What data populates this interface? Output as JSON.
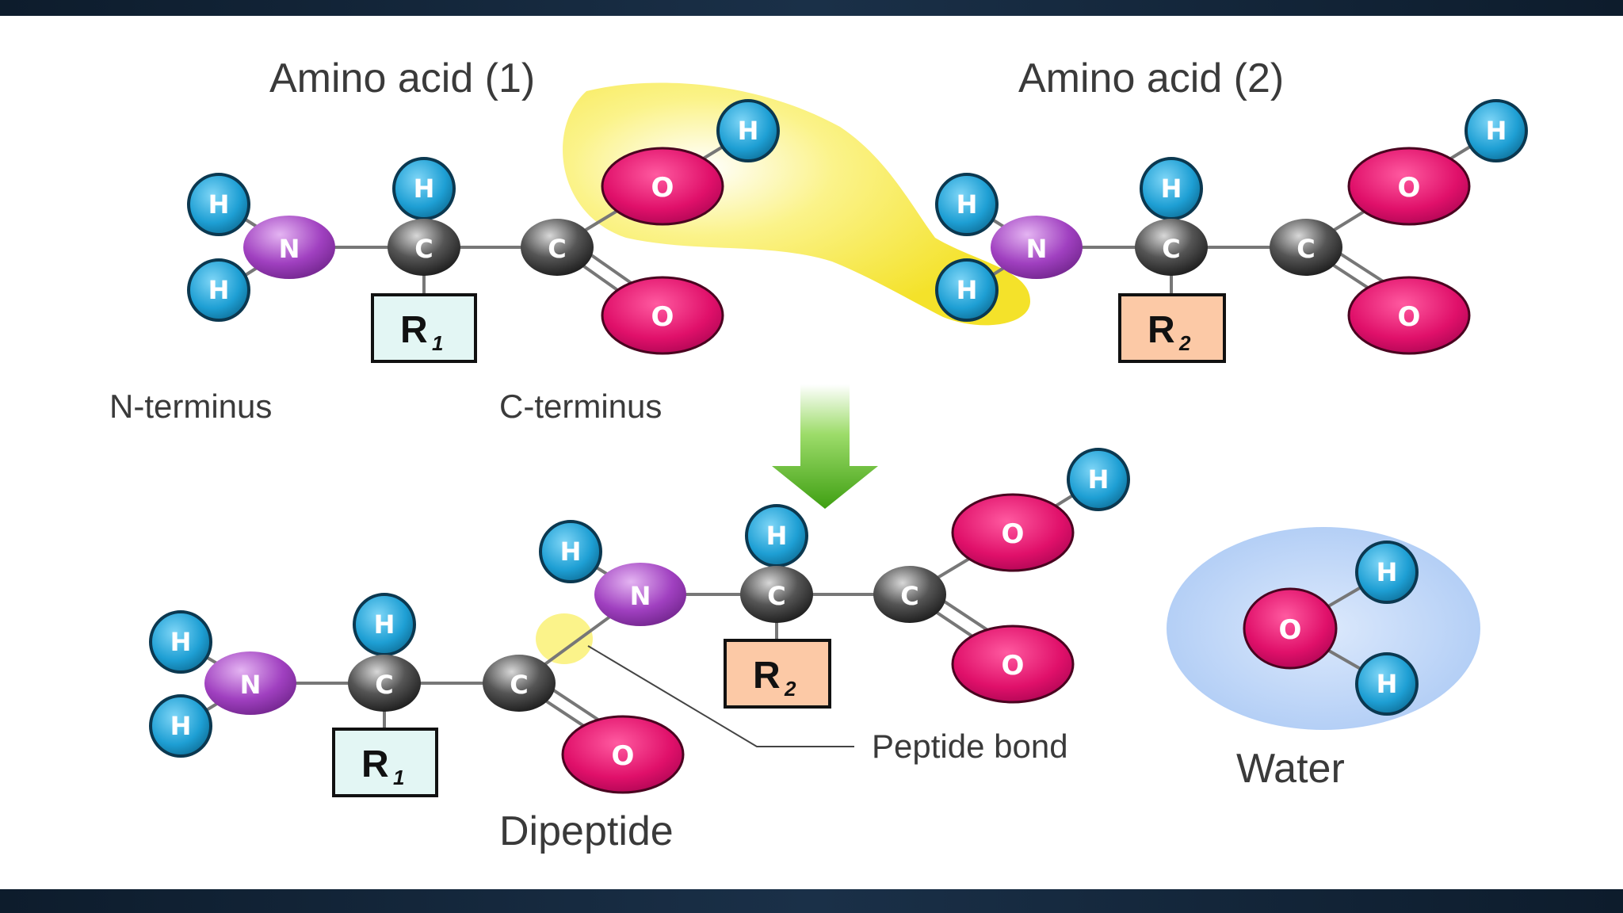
{
  "labels": {
    "amino_acid_1": "Amino acid (1)",
    "amino_acid_2": "Amino acid (2)",
    "n_terminus": "N-terminus",
    "c_terminus": "C-terminus",
    "peptide_bond": "Peptide bond",
    "water": "Water",
    "dipeptide": "Dipeptide"
  },
  "atoms": {
    "hydrogen": "H",
    "nitrogen": "N",
    "carbon": "C",
    "oxygen": "O"
  },
  "side_chains": {
    "r1": "R",
    "r1_sub": "1",
    "r2": "R",
    "r2_sub": "2"
  },
  "colors": {
    "hydrogen": "#1e9fd4",
    "nitrogen": "#a040c0",
    "carbon": "#4a4a4a",
    "oxygen": "#e0106a",
    "r1_fill": "#e3f6f4",
    "r2_fill": "#fcc9a6",
    "highlight": "#f6e93a",
    "water_halo": "#bcd6f8",
    "arrow": "#4caf1e"
  }
}
